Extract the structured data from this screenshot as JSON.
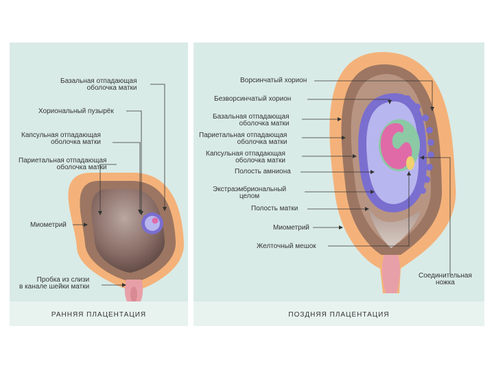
{
  "left_panel": {
    "caption": "РАННЯЯ  ПЛАЦЕНТАЦИЯ",
    "labels": {
      "basal_decidua": "Базальная отпадающая\nоболочка матки",
      "chorionic_vesicle": "Хориональный пузырёк",
      "capsular_decidua": "Капсульная отпадающая\nоболочка матки",
      "parietal_decidua": "Париетальная отпадающая\nоболочка матки",
      "myometrium": "Миометрий",
      "mucus_plug": "Пробка из слизи\nв канале шейки матки"
    }
  },
  "right_panel": {
    "caption": "ПОЗДНЯЯ  ПЛАЦЕНТАЦИЯ",
    "labels": {
      "villous_chorion": "Ворсинчатый хорион",
      "smooth_chorion": "Безворсинчатый хорион",
      "basal_decidua": "Базальная отпадающая\nоболочка матки",
      "parietal_decidua": "Париетальная отпадающая\nоболочка матки",
      "capsular_decidua": "Капсульная отпадающая\nоболочка матки",
      "amniotic_cavity": "Полость амниона",
      "extraembryonic_coelom": "Экстраэмбриональный\nцелом",
      "uterine_cavity": "Полость матки",
      "myometrium": "Миометрий",
      "yolk_sac": "Желточный мешок",
      "connecting_stalk": "Соединительная\nножка"
    }
  },
  "colors": {
    "background_panel": "#d9ebe7",
    "myometrium": "#f4b27a",
    "decidua": "#9c7662",
    "chorion": "#7a6ecf",
    "exocoelom": "#b8b6ee",
    "amnion": "#8cc9a5",
    "embryo": "#e06aa8",
    "cervix": "#e8a0a8"
  }
}
